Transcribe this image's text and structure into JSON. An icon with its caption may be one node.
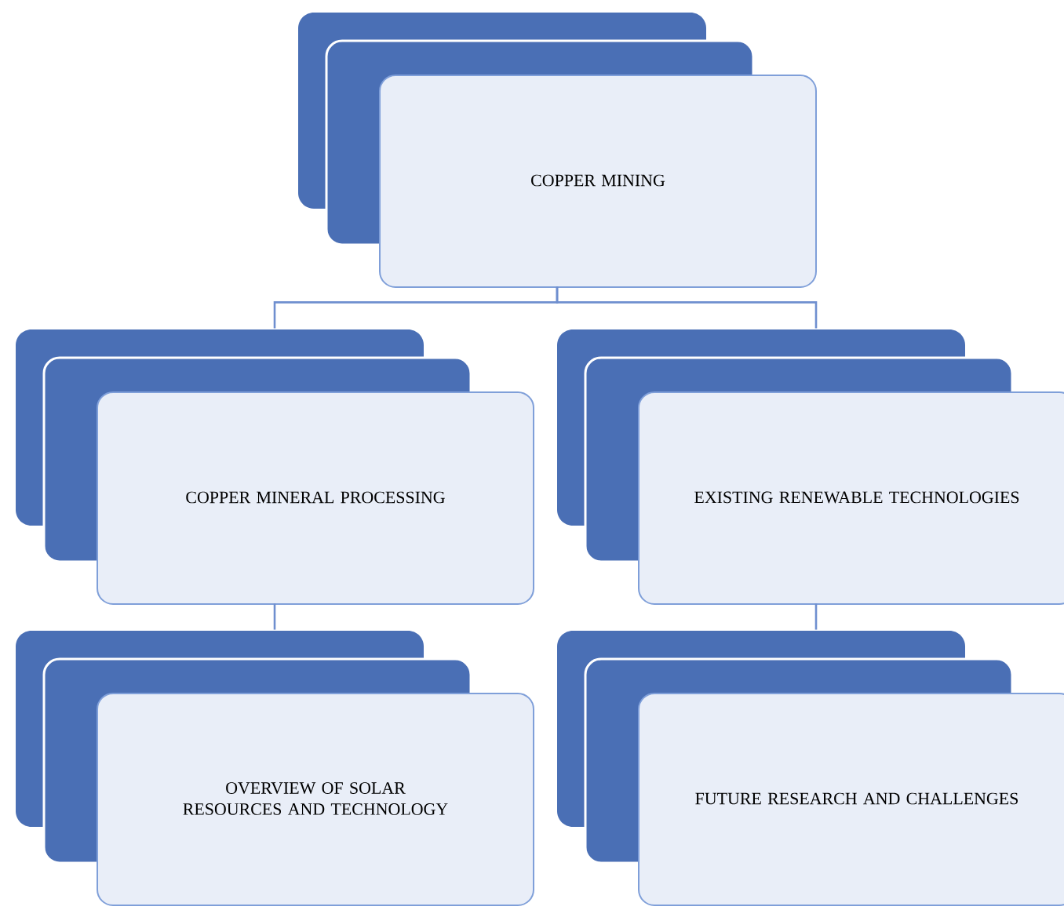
{
  "diagram": {
    "nodes": [
      {
        "text": [
          "COPPER MINING"
        ]
      },
      {
        "text": [
          "COPPER MINERAL PROCESSING"
        ]
      },
      {
        "text": [
          "EXISTING RENEWABLE TECHNOLOGIES"
        ]
      },
      {
        "text": [
          "OVERVIEW OF SOLAR RESOURCES AND TECHNOLOGY"
        ]
      },
      {
        "text": [
          "FUTURE RESEARCH AND CHALLENGES"
        ]
      }
    ],
    "edges": [
      {
        "from": 0,
        "to": 1,
        "arrow": "none"
      },
      {
        "from": 0,
        "to": 2,
        "arrow": "none"
      },
      {
        "from": 1,
        "to": 3,
        "arrow": "none"
      },
      {
        "from": 2,
        "to": 4,
        "arrow": "none"
      }
    ]
  }
}
